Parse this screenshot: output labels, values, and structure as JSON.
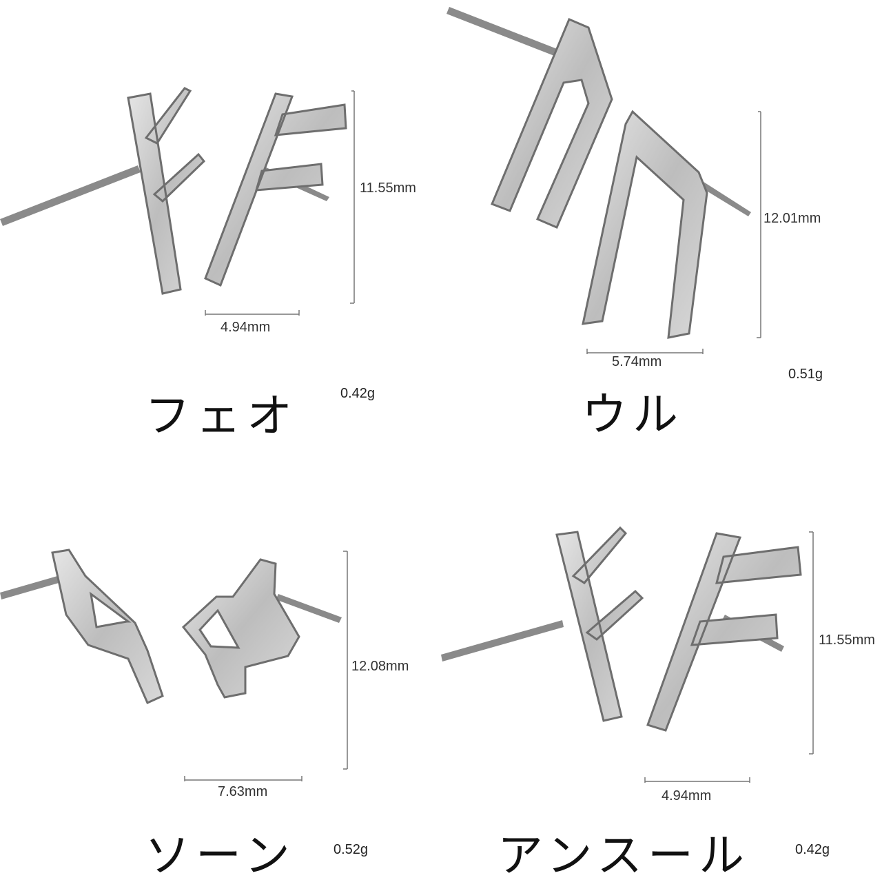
{
  "products": [
    {
      "name": "フェオ",
      "weight": "0.42g",
      "height": "11.55mm",
      "width": "4.94mm",
      "icon": "fehu-rune-earring"
    },
    {
      "name": "ウル",
      "weight": "0.51g",
      "height": "12.01mm",
      "width": "5.74mm",
      "icon": "uruz-rune-earring"
    },
    {
      "name": "ソーン",
      "weight": "0.52g",
      "height": "12.08mm",
      "width": "7.63mm",
      "icon": "thurisaz-rune-earring"
    },
    {
      "name": "アンスール",
      "weight": "0.42g",
      "height": "11.55mm",
      "width": "4.94mm",
      "icon": "ansuz-rune-earring"
    }
  ],
  "colors": {
    "metal": "#c8c8c8",
    "metal_edge": "#6e6e6e",
    "pin": "#8a8a8a",
    "line": "#777777"
  }
}
